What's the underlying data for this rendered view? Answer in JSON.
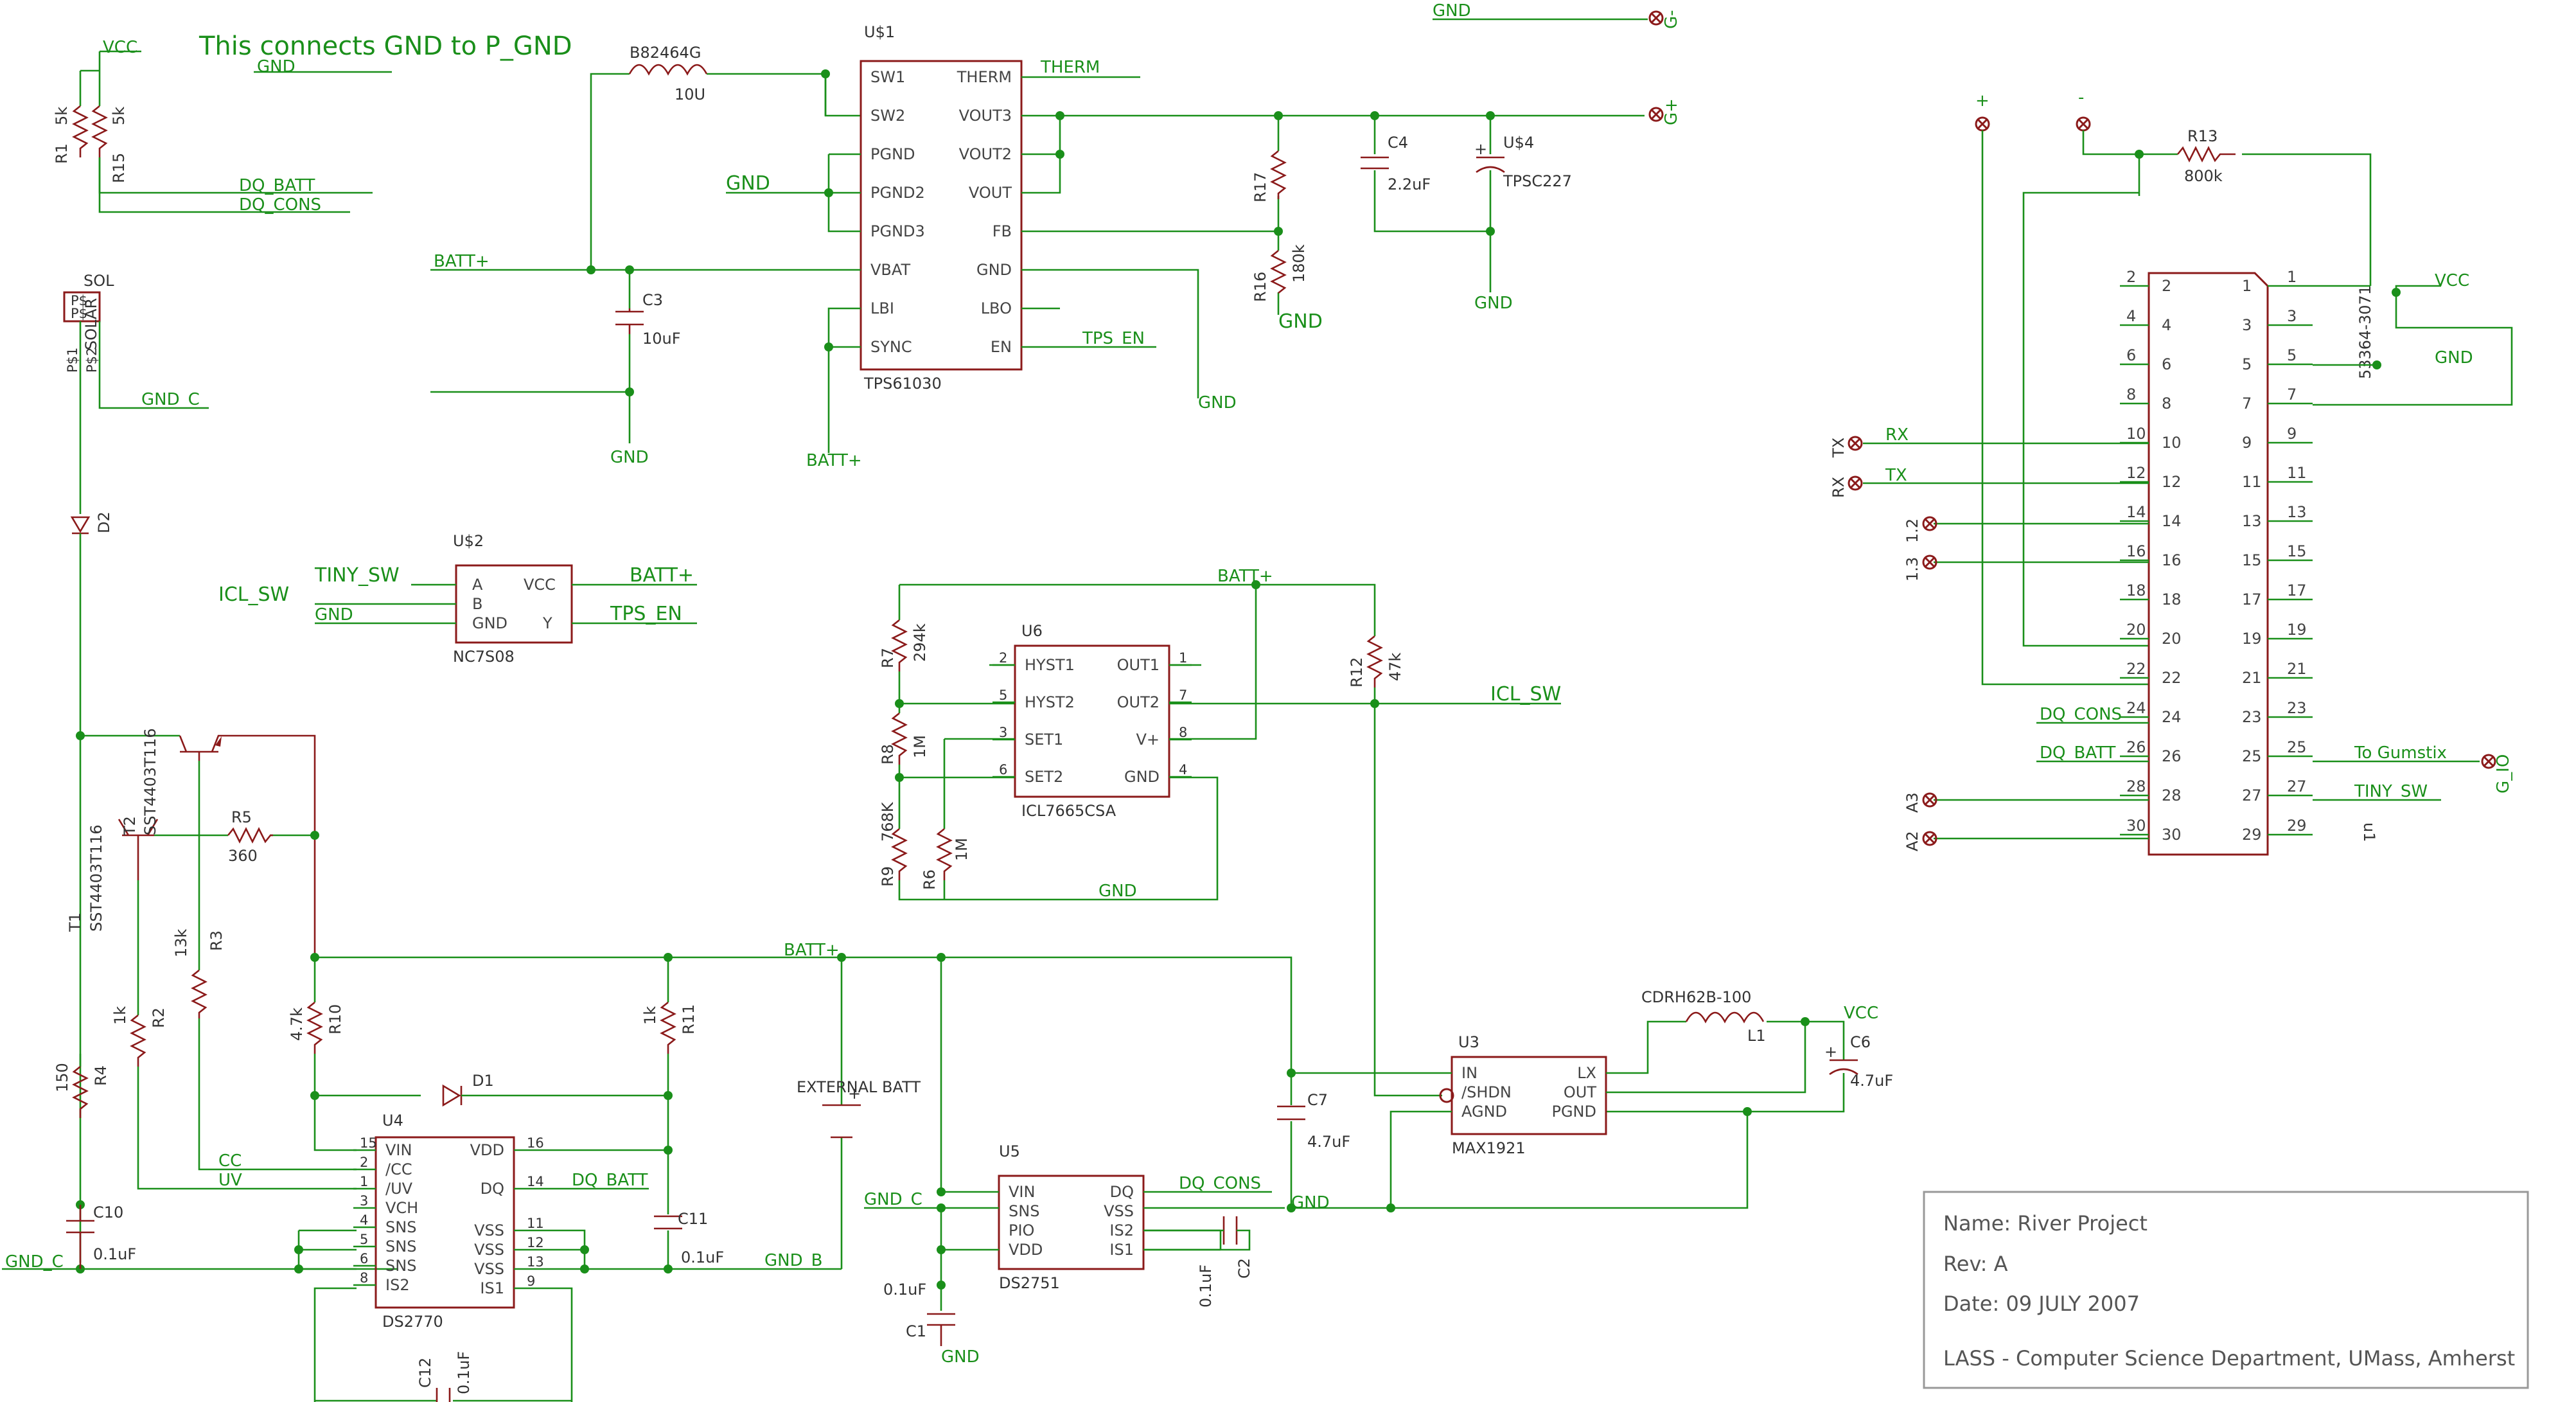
{
  "note": "This connects GND to P_GND",
  "nets": {
    "vcc": "VCC",
    "gnd": "GND",
    "batt": "BATT+",
    "dq_batt": "DQ_BATT",
    "dq_cons": "DQ_CONS",
    "gnd_c": "GND_C",
    "gnd_b": "GND_B",
    "therm": "THERM",
    "tps_en": "TPS_EN",
    "tiny_sw": "TINY_SW",
    "icl_sw": "ICL_SW",
    "g_plus": "G+",
    "g_minus": "G-",
    "g_io": "G_IO",
    "rx": "RX",
    "tx": "TX",
    "to_gumstix": "To Gumstix",
    "cc": "CC",
    "uv": "UV",
    "plus": "+",
    "minus": "-"
  },
  "components": {
    "r1": {
      "name": "R1",
      "value": "5k"
    },
    "r15": {
      "name": "R15",
      "value": "5k"
    },
    "sol": {
      "name": "SOL",
      "value": "SOLAR",
      "pins": [
        "P$",
        "P$",
        "P$1",
        "P$2"
      ]
    },
    "d2": {
      "name": "D2"
    },
    "l_b82464": {
      "name": "B82464G",
      "value": "10U"
    },
    "u1": {
      "name": "U$1",
      "value": "TPS61030",
      "left": [
        "SW1",
        "SW2",
        "PGND",
        "PGND2",
        "PGND3",
        "VBAT",
        "LBI",
        "SYNC"
      ],
      "right": [
        "THERM",
        "VOUT3",
        "VOUT2",
        "VOUT",
        "FB",
        "GND",
        "LBO",
        "EN"
      ]
    },
    "c3": {
      "name": "C3",
      "value": "10uF"
    },
    "r17": {
      "name": "R17"
    },
    "r16": {
      "name": "R16",
      "value": "180k"
    },
    "c4": {
      "name": "C4",
      "value": "2.2uF"
    },
    "u4cap": {
      "name": "U$4",
      "value": "TPSC227"
    },
    "u2": {
      "name": "U$2",
      "value": "NC7S08",
      "left": [
        "A",
        "B",
        "GND"
      ],
      "right": [
        "VCC",
        "Y"
      ]
    },
    "t1": {
      "name": "T1",
      "value": "SST4403T116"
    },
    "t2": {
      "name": "T2",
      "value": "SST4403T116"
    },
    "r5": {
      "name": "R5",
      "value": "360"
    },
    "r3": {
      "name": "R3",
      "value": "13k"
    },
    "r2": {
      "name": "R2",
      "value": "1k"
    },
    "r4": {
      "name": "R4",
      "value": "150"
    },
    "r10": {
      "name": "R10",
      "value": "4.7k"
    },
    "r11": {
      "name": "R11",
      "value": "1k"
    },
    "d1": {
      "name": "D1"
    },
    "u4": {
      "name": "U4",
      "value": "DS2770",
      "left": [
        "VIN",
        "/CC",
        "/UV",
        "VCH",
        "SNS",
        "SNS",
        "SNS",
        "IS2"
      ],
      "left_pins": [
        "15",
        "2",
        "1",
        "3",
        "4",
        "5",
        "6",
        "8"
      ],
      "right": [
        "VDD",
        "DQ",
        "VSS",
        "VSS",
        "VSS",
        "IS1"
      ],
      "right_pins": [
        "16",
        "14",
        "11",
        "12",
        "13",
        "9"
      ]
    },
    "c10": {
      "name": "C10",
      "value": "0.1uF"
    },
    "c11": {
      "name": "C11",
      "value": "0.1uF"
    },
    "c12": {
      "name": "C12",
      "value": "0.1uF"
    },
    "ext_batt": {
      "name": "EXTERNAL BATT"
    },
    "r7": {
      "name": "R7",
      "value": "294k"
    },
    "r8": {
      "name": "R8",
      "value": "1M"
    },
    "r9": {
      "name": "R9",
      "value": "768K"
    },
    "r6": {
      "name": "R6",
      "value": "1M"
    },
    "u6": {
      "name": "U6",
      "value": "ICL7665CSA",
      "left": [
        "HYST1",
        "HYST2",
        "SET1",
        "SET2"
      ],
      "left_pins": [
        "2",
        "5",
        "3",
        "6"
      ],
      "right": [
        "OUT1",
        "OUT2",
        "V+",
        "GND"
      ],
      "right_pins": [
        "1",
        "7",
        "8",
        "4"
      ]
    },
    "r12": {
      "name": "R12",
      "value": "47k"
    },
    "u5": {
      "name": "U5",
      "value": "DS2751",
      "left": [
        "VIN",
        "SNS",
        "PIO",
        "VDD"
      ],
      "right": [
        "DQ",
        "VSS",
        "IS2",
        "IS1"
      ]
    },
    "c1": {
      "name": "C1",
      "value": "0.1uF"
    },
    "c2": {
      "name": "C2",
      "value": "0.1uF"
    },
    "c7": {
      "name": "C7",
      "value": "4.7uF"
    },
    "u3": {
      "name": "U3",
      "value": "MAX1921",
      "left": [
        "IN",
        "/SHDN",
        "AGND"
      ],
      "right": [
        "LX",
        "OUT",
        "PGND"
      ]
    },
    "l1": {
      "name": "L1",
      "value": "CDRH62B-100"
    },
    "c6": {
      "name": "C6",
      "value": "4.7uF"
    },
    "r13": {
      "name": "R13",
      "value": "800k"
    },
    "conn": {
      "name": "53364-3071",
      "pins_left": [
        "2",
        "4",
        "6",
        "8",
        "10",
        "12",
        "14",
        "16",
        "18",
        "20",
        "22",
        "24",
        "26",
        "28",
        "30"
      ],
      "pins_right": [
        "1",
        "3",
        "5",
        "7",
        "9",
        "11",
        "13",
        "15",
        "17",
        "19",
        "21",
        "23",
        "25",
        "27",
        "29"
      ]
    }
  },
  "side_labels": {
    "tx1": "TX",
    "rx1": "RX",
    "p12": "1.2",
    "p13": "1.3",
    "a3": "A3",
    "a2": "A2",
    "u1": "u1"
  },
  "title_block": {
    "name": "Name: River Project",
    "rev": "Rev: A",
    "date": "Date: 09 JULY 2007",
    "org": "LASS - Computer Science Department, UMass, Amherst"
  }
}
